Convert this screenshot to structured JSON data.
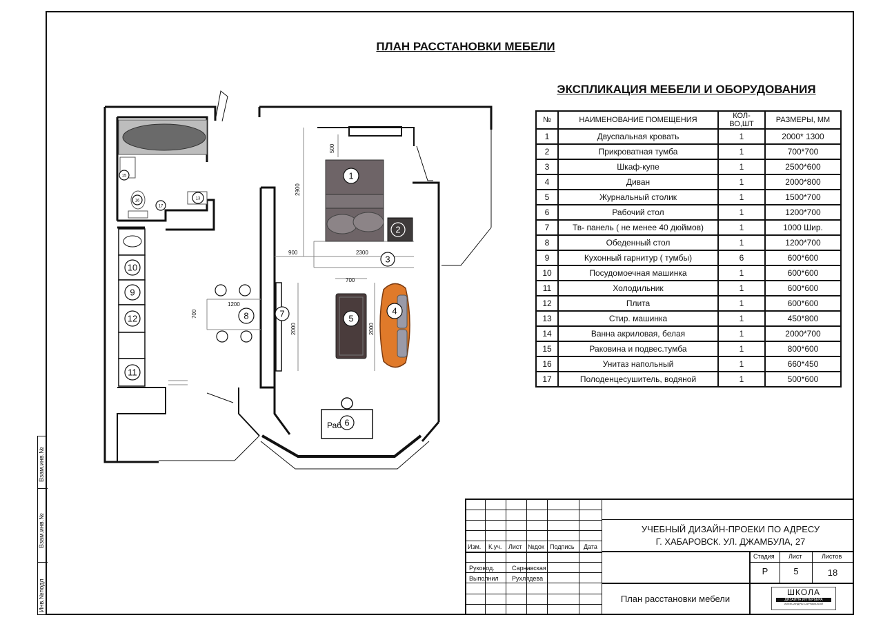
{
  "titles": {
    "plan": "ПЛАН РАССТАНОВКИ МЕБЕЛИ",
    "explication": "ЭКСПЛИКАЦИЯ МЕБЕЛИ И ОБОРУДОВАНИЯ"
  },
  "table": {
    "headers": [
      "№",
      "НАИМЕНОВАНИЕ ПОМЕЩЕНИЯ",
      "КОЛ-ВО,ШТ",
      "РАЗМЕРЫ, ММ"
    ],
    "rows": [
      [
        "1",
        "Двуспальная кровать",
        "1",
        "2000* 1300"
      ],
      [
        "2",
        "Прикроватная тумба",
        "1",
        "700*700"
      ],
      [
        "3",
        "Шкаф-купе",
        "1",
        "2500*600"
      ],
      [
        "4",
        "Диван",
        "1",
        "2000*800"
      ],
      [
        "5",
        "Журнальный столик",
        "1",
        "1500*700"
      ],
      [
        "6",
        "Рабочий стол",
        "1",
        "1200*700"
      ],
      [
        "7",
        "Тв- панель ( не менее 40 дюймов)",
        "1",
        "1000 Шир."
      ],
      [
        "8",
        "Обеденный стол",
        "1",
        "1200*700"
      ],
      [
        "9",
        "Кухонный гарнитур  ( тумбы)",
        "6",
        "600*600"
      ],
      [
        "10",
        "Посудомоечная машинка",
        "1",
        "600*600"
      ],
      [
        "11",
        "Холодильник",
        "1",
        "600*600"
      ],
      [
        "12",
        "Плита",
        "1",
        "600*600"
      ],
      [
        "13",
        "Стир. машинка",
        "1",
        "450*800"
      ],
      [
        "14",
        "Ванна акриловая, белая",
        "1",
        "2000*700"
      ],
      [
        "15",
        "Раковина и подвес.тумба",
        "1",
        "800*600"
      ],
      [
        "16",
        "Унитаз напольный",
        "1",
        "660*450"
      ],
      [
        "17",
        "Полоденцесушитель, водяной",
        "1",
        "500*600"
      ]
    ]
  },
  "side": {
    "label1": "Взам.инв.№",
    "label2": "Взам.инв.№",
    "label3": "Инв.№подл"
  },
  "stamp": {
    "col_izm": "Изм.",
    "col_kuch": "К.уч.",
    "col_list": "Лист",
    "col_ndok": "№док",
    "col_podpis": "Подпись",
    "col_data": "Дата",
    "role1": "Руковод.",
    "name1": "Сарнавская",
    "role2": "Выполнил",
    "name2": "Рухлядева",
    "project_line1": "УЧЕБНЫЙ ДИЗАЙН-ПРОЕКИ ПО АДРЕСУ",
    "project_line2": "Г. ХАБАРОВСК. УЛ. ДЖАМБУЛА, 27",
    "stage_label": "Стадия",
    "sheet_label": "Лист",
    "sheets_label": "Листов",
    "stage": "Р",
    "sheet": "5",
    "sheets": "18",
    "sheet_name": "План расстановки мебели",
    "logo_main": "ШКОЛА",
    "logo_sub": "ДИЗАЙНА ИНТЕРЬЕРА",
    "logo_author": "АЛЕКСАНДРЫ САРНАВСКОЙ"
  },
  "plan": {
    "dims": {
      "d500": "500",
      "d2900": "2900",
      "d900": "900",
      "d2300": "2300",
      "d700_top": "700",
      "d2000_left": "2000",
      "d2000_right": "2000",
      "d1200": "1200",
      "d700_left": "700"
    },
    "desk_label": "Раб   ол",
    "markers": [
      "1",
      "2",
      "3",
      "4",
      "5",
      "6",
      "7",
      "8",
      "9",
      "10",
      "11",
      "12",
      "13",
      "15",
      "16",
      "17"
    ]
  },
  "colors": {
    "bed": "#6e6467",
    "pillow": "#8c8487",
    "bath": "#6a6a6a",
    "sofa": "#e07a2a",
    "sofa_dark": "#7a3a10",
    "coffee_table": "#4a3c3c",
    "nightstand": "#3e3a3a"
  }
}
